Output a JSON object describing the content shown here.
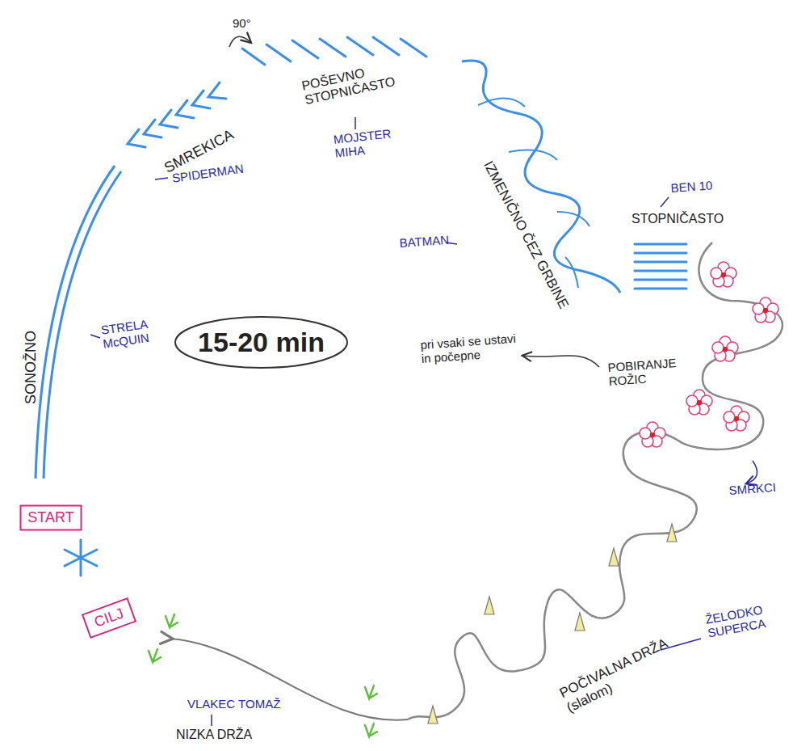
{
  "diagram": {
    "nodes": [
      {
        "text": [
          "START"
        ]
      },
      {
        "text": [
          "CILJ"
        ]
      },
      {
        "text": [
          "15-20 min"
        ]
      }
    ],
    "labels": [
      "SONOŽNO",
      "STRELA McQUIN",
      "SMREKICA",
      "SPIDERMAN",
      "90°",
      "POŠEVNO STOPNIČASTO",
      "MOJSTER MIHA",
      "IZMENIČNO ČEZ GRBINE",
      "BATMAN",
      "BEN 10",
      "STOPNIČASTO",
      "POBIRANJE ROŽIC",
      "pri vsaki se ustavi in počepne",
      "SMRKCI",
      "POČIVALNA DRŽA (slalom)",
      "ŽELODKO SUPERCA",
      "VLAKEC TOMAŽ",
      "NIZKA DRŽA"
    ]
  }
}
